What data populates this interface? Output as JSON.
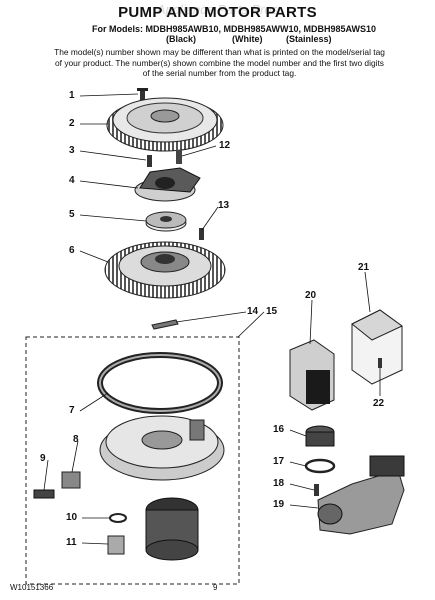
{
  "watermark": "Appliance Parts Pros",
  "title": "PUMP AND MOTOR PARTS",
  "models_line": "For Models: MDBH985AWB10, MDBH985AWW10, MDBH985AWS10",
  "variants": [
    "(Black)",
    "(White)",
    "(Stainless)"
  ],
  "note": "The model(s) number shown may be different than what is printed on the model/serial tag of your product. The number(s) shown combine the model number and the first two digits of the serial number from the product tag.",
  "callouts": [
    "1",
    "2",
    "3",
    "4",
    "5",
    "6",
    "7",
    "8",
    "9",
    "10",
    "11",
    "12",
    "13",
    "14",
    "15",
    "16",
    "17",
    "18",
    "19",
    "20",
    "21",
    "22"
  ],
  "footer": {
    "doc_number": "W10151366",
    "page_number": "9"
  }
}
